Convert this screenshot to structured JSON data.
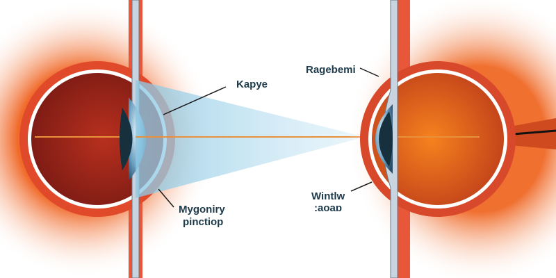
{
  "labels": {
    "kapye": "Kapye",
    "ragebemi": "Ragebemi",
    "mygoniry_line1": "Mygoniry",
    "mygoniry_line2": "pinctiop",
    "wintlw_line1": "Wintlw",
    "wintlw_line2": ":aoaɒ"
  },
  "colors": {
    "eye_outer": "#f07a3a",
    "eye_inner": "#a8281e",
    "lens": "#3c6e8e",
    "beam": "#a9d4e8",
    "text": "#1d3a4a"
  }
}
